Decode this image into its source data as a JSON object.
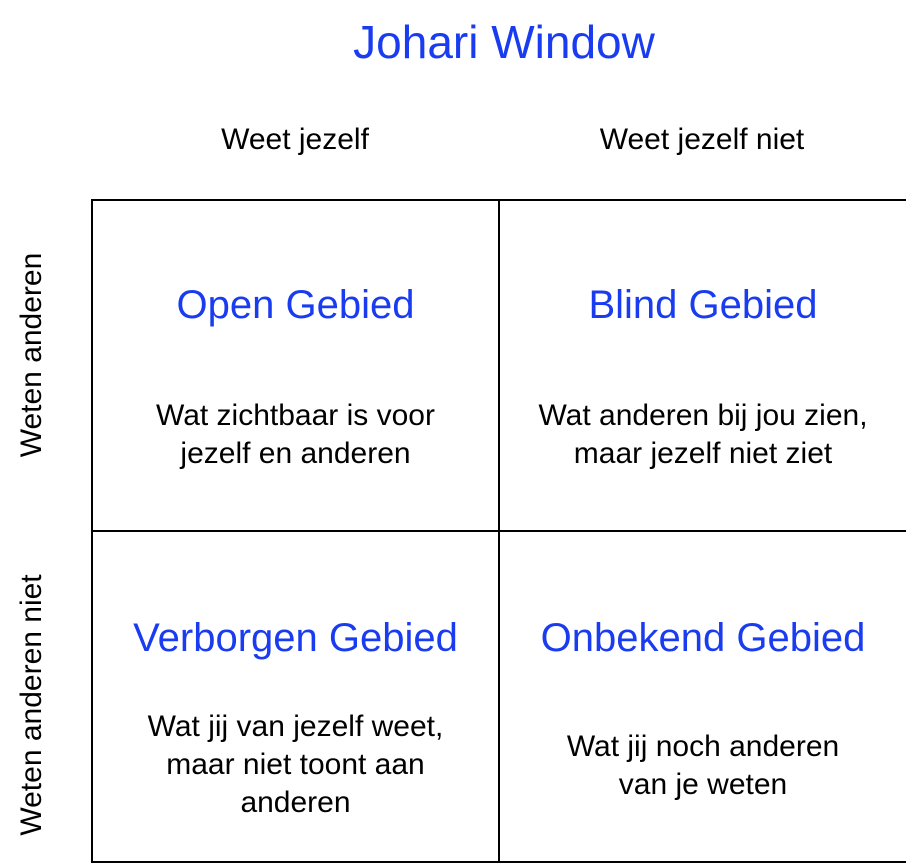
{
  "title": "Johari Window",
  "columns": [
    "Weet jezelf",
    "Weet jezelf niet"
  ],
  "rows": [
    "Weten anderen",
    "Weten anderen niet"
  ],
  "quadrants": [
    {
      "title": "Open Gebied",
      "description": "Wat zichtbaar is voor\njezelf en anderen"
    },
    {
      "title": "Blind Gebied",
      "description": "Wat anderen bij jou zien,\nmaar jezelf niet ziet"
    },
    {
      "title": "Verborgen Gebied",
      "description": "Wat jij van jezelf weet,\nmaar niet toont aan\nanderen"
    },
    {
      "title": "Onbekend Gebied",
      "description": "Wat jij noch anderen\nvan je weten"
    }
  ],
  "colors": {
    "accent": "#1a3cf0",
    "text": "#000000",
    "border": "#000000",
    "background": "#ffffff"
  }
}
